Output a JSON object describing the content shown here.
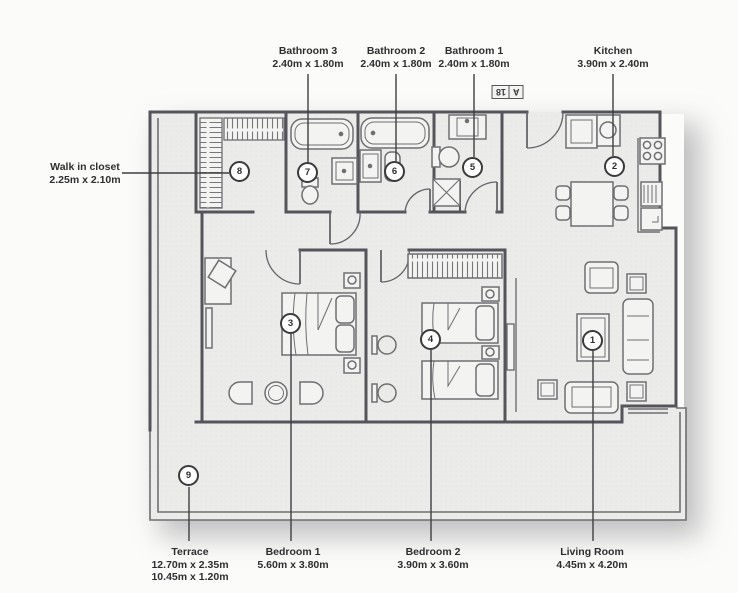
{
  "plan": {
    "unit_label": {
      "letter": "A",
      "number": "18"
    },
    "rooms": [
      {
        "key": "living-room",
        "marker": "1",
        "name": "Living Room",
        "dim1": "4.45m x 4.20m"
      },
      {
        "key": "kitchen",
        "marker": "2",
        "name": "Kitchen",
        "dim1": "3.90m x 2.40m"
      },
      {
        "key": "bedroom-1",
        "marker": "3",
        "name": "Bedroom 1",
        "dim1": "5.60m x 3.80m"
      },
      {
        "key": "bedroom-2",
        "marker": "4",
        "name": "Bedroom 2",
        "dim1": "3.90m x 3.60m"
      },
      {
        "key": "bathroom-1",
        "marker": "5",
        "name": "Bathroom 1",
        "dim1": "2.40m x 1.80m"
      },
      {
        "key": "bathroom-2",
        "marker": "6",
        "name": "Bathroom 2",
        "dim1": "2.40m x 1.80m"
      },
      {
        "key": "bathroom-3",
        "marker": "7",
        "name": "Bathroom 3",
        "dim1": "2.40m x 1.80m"
      },
      {
        "key": "walk-in-closet",
        "marker": "8",
        "name": "Walk in closet",
        "dim1": "2.25m x 2.10m"
      },
      {
        "key": "terrace",
        "marker": "9",
        "name": "Terrace",
        "dim1": "12.70m x 2.35m",
        "dim2": "10.45m x 1.20m"
      }
    ]
  }
}
